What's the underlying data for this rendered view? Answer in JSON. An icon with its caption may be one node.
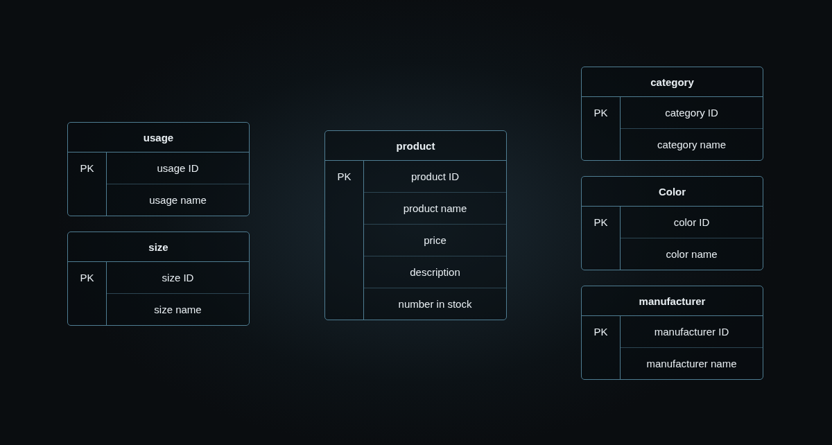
{
  "diagram": {
    "nodes": [
      {
        "text": [
          "usage",
          "PK",
          "usage ID",
          "usage name"
        ]
      },
      {
        "text": [
          "size",
          "PK",
          "size ID",
          "size name"
        ]
      },
      {
        "text": [
          "product",
          "PK",
          "product ID",
          "product name",
          "price",
          "description",
          "number in stock"
        ]
      },
      {
        "text": [
          "category",
          "PK",
          "category ID",
          "category name"
        ]
      },
      {
        "text": [
          "Color",
          "PK",
          "color ID",
          "color name"
        ]
      },
      {
        "text": [
          "manufacturer",
          "PK",
          "manufacturer ID",
          "manufacturer name"
        ]
      }
    ]
  }
}
